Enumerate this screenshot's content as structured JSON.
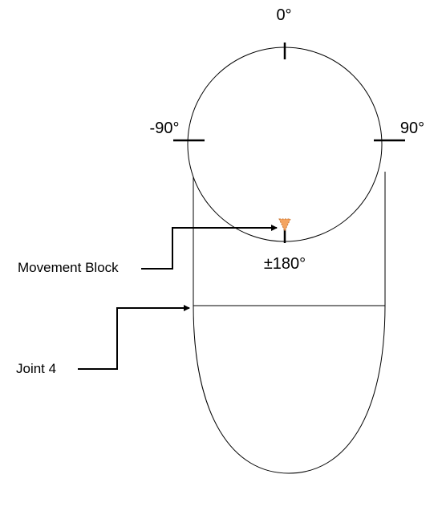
{
  "angles": {
    "top": "0°",
    "left": "-90°",
    "right": "90°",
    "bottom": "±180°"
  },
  "callouts": {
    "movement_block": "Movement Block",
    "joint": "Joint 4"
  },
  "colors": {
    "stroke": "#000000",
    "marker_fill": "#f4a460",
    "marker_stroke": "#c87533",
    "background": "#ffffff"
  }
}
